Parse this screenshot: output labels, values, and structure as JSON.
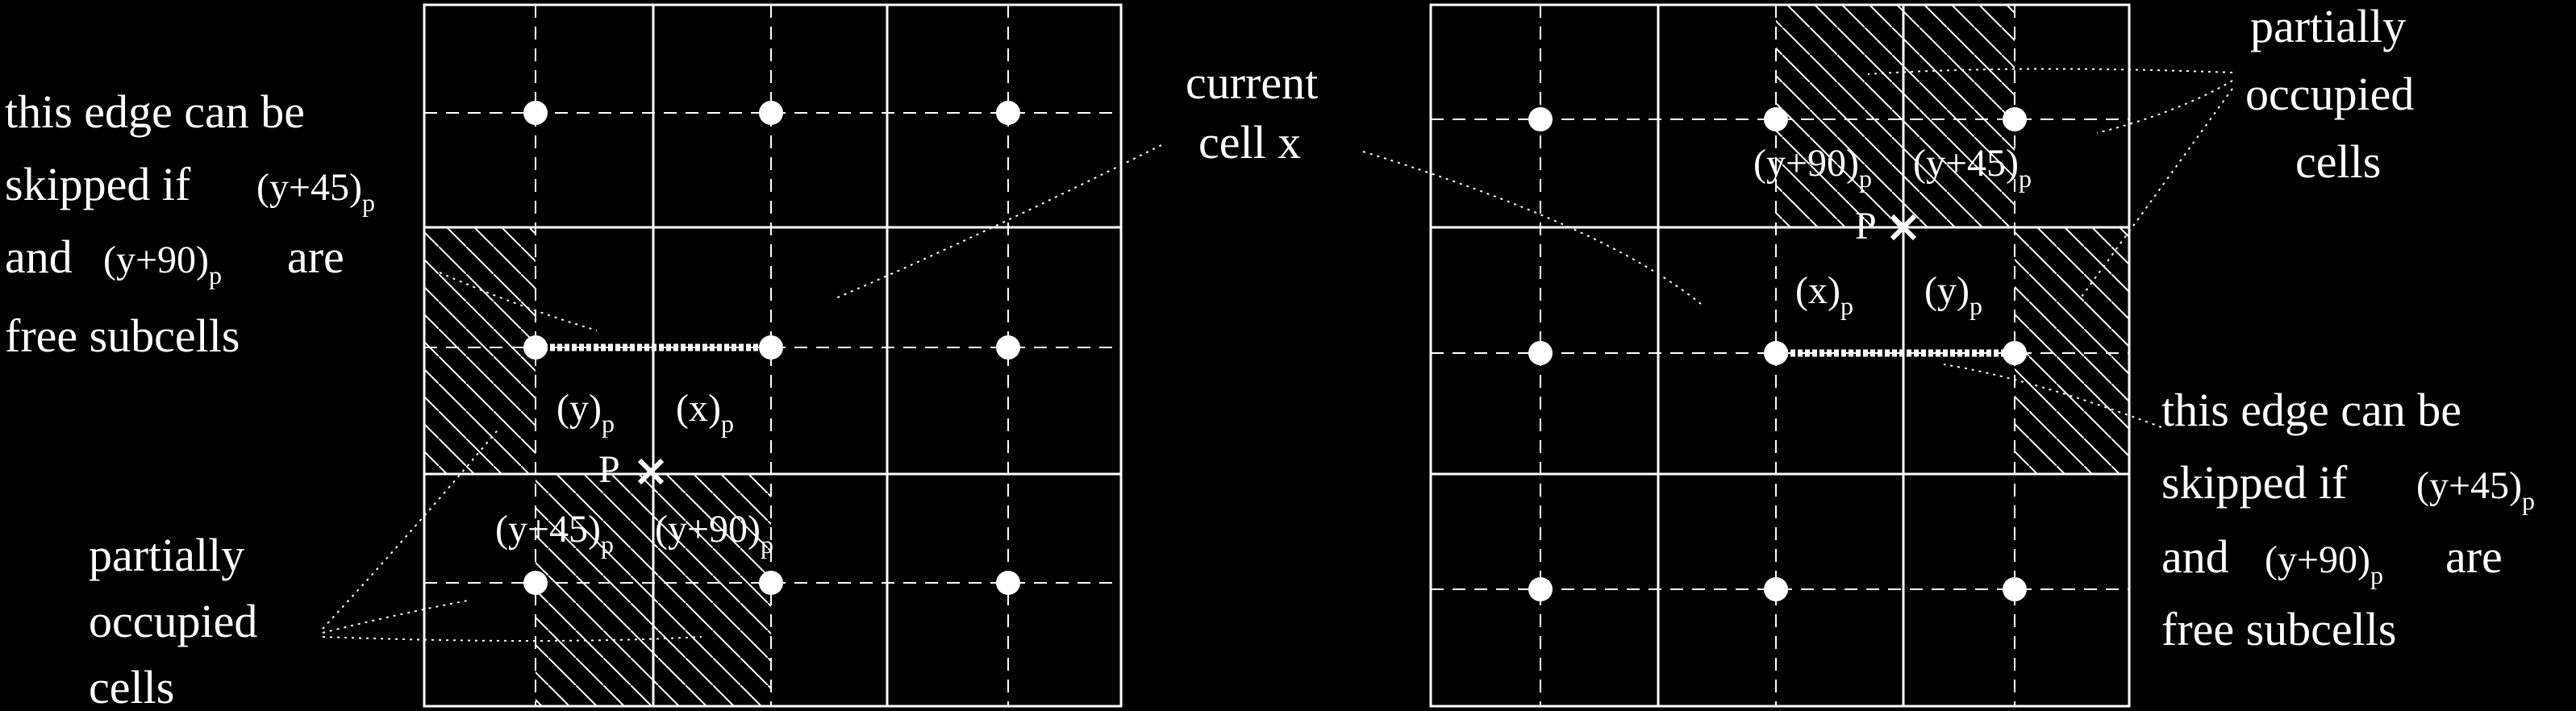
{
  "left_panel": {
    "edge_note": [
      "this edge can be",
      "skipped if",
      "and",
      "are",
      "free subcells"
    ],
    "sub_y45": "(y+45)",
    "sub_y90": "(y+90)",
    "current_cell": [
      "current",
      "cell x"
    ],
    "label_y": "(y)",
    "label_x": "(x)",
    "point": "P",
    "label_y45": "(y+45)",
    "label_y90": "(y+90)",
    "partial_note": [
      "partially",
      "occupied",
      "cells"
    ],
    "subscript": "p"
  },
  "right_panel": {
    "partial_note": [
      "partially",
      "occupied",
      "cells"
    ],
    "label_y90": "(y+90)",
    "label_y45": "(y+45)",
    "point": "P",
    "label_x": "(x)",
    "label_y": "(y)",
    "edge_note": [
      "this edge can be",
      "skipped if",
      "and",
      "are",
      "free subcells"
    ],
    "sub_y45": "(y+45)",
    "sub_y90": "(y+90)",
    "subscript": "p"
  },
  "icons": {
    "point": "x-mark-icon",
    "node": "dot-icon"
  }
}
